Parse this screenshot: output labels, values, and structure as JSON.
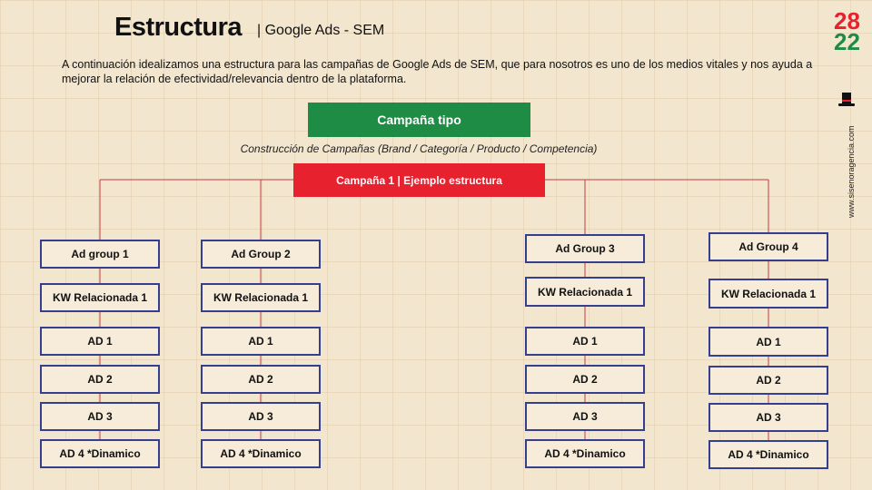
{
  "header": {
    "title": "Estructura",
    "subtitle": "| Google Ads - SEM",
    "intro": "A continuación idealizamos una estructura para las campañas de Google Ads de SEM, que para nosotros es uno de los medios vitales y nos ayuda a mejorar la relación de efectividad/relevancia dentro de la plataforma."
  },
  "diagram": {
    "top_label": "Campaña tipo",
    "caption": "Construcción de Campañas (Brand / Categoría / Producto / Competencia)",
    "campaign_label": "Campaña 1 | Ejemplo estructura",
    "columns": [
      {
        "ad_group": "Ad group 1",
        "keyword": "KW Relacionada 1",
        "ads": [
          "AD 1",
          "AD 2",
          "AD 3",
          "AD 4 *Dinamico"
        ]
      },
      {
        "ad_group": "Ad Group 2",
        "keyword": "KW Relacionada 1",
        "ads": [
          "AD 1",
          "AD 2",
          "AD 3",
          "AD 4 *Dinamico"
        ]
      },
      {
        "ad_group": "Ad Group 3",
        "keyword": "KW Relacionada 1",
        "ads": [
          "AD 1",
          "AD 2",
          "AD 3",
          "AD 4 *Dinamico"
        ]
      },
      {
        "ad_group": "Ad Group 4",
        "keyword": "KW Relacionada 1",
        "ads": [
          "AD 1",
          "AD 2",
          "AD 3",
          "AD 4 *Dinamico"
        ]
      }
    ]
  },
  "brand": {
    "logo_top": "28",
    "logo_bottom": "22",
    "icon": "top-hat-icon",
    "website": "www.sisenoragencia.com"
  },
  "colors": {
    "green": "#1e8c44",
    "red": "#e8212e",
    "node_border": "#34408f",
    "connector": "#c63a3f"
  }
}
